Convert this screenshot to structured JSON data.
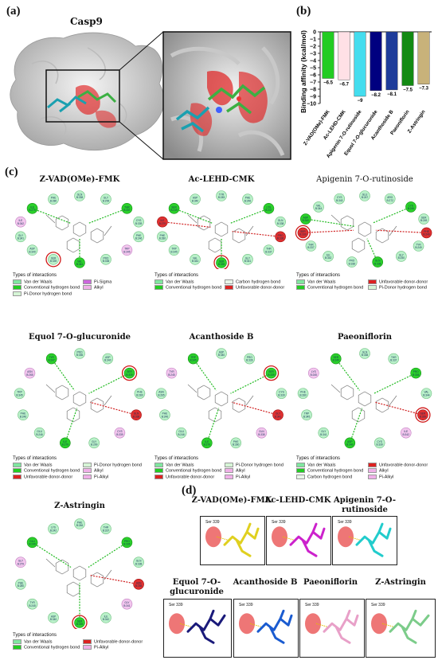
{
  "panels": {
    "a": "(a)",
    "b": "(b)",
    "c": "(c)",
    "d": "(d)"
  },
  "panel_a": {
    "protein_label": "Casp9"
  },
  "chart_data": {
    "type": "bar",
    "categories": [
      "Z-VAD(OMe)-FMK",
      "Ac-LEHD-CMK",
      "Apigenin 7-O-rutinoside",
      "Equol 7-O-glucuronide",
      "Acanthoside B",
      "Paeoniflorin",
      "Z-Astringin"
    ],
    "values": [
      -6.5,
      -6.7,
      -9,
      -8.2,
      -8.1,
      -7.5,
      -7.3
    ],
    "value_labels": [
      "−6.5",
      "−6.7",
      "−9",
      "−8.2",
      "−8.1",
      "−7.5",
      "−7.3"
    ],
    "colors": [
      "#22cc22",
      "#ffe0e6",
      "#44ddee",
      "#000080",
      "#1f3c9a",
      "#138a13",
      "#c8b27a"
    ],
    "ylabel": "Binding affinity (kcal/mol)",
    "ylim": [
      -10,
      0
    ],
    "yticks": [
      "0",
      "−1",
      "−2",
      "−3",
      "−4",
      "−5",
      "−6",
      "−7",
      "−8",
      "−9",
      "−10"
    ]
  },
  "interaction_diagrams": [
    {
      "title": "Z-VAD(OMe)-FMK",
      "residues": [
        "GLN B:338",
        "GLY B:299",
        "THR B:337",
        "CYS B:339",
        "PHE B:246",
        "TRP B:345",
        "PRO B:338",
        "VAL B:344",
        "SER B:339",
        "ASP B:340",
        "GLY B:341",
        "ILE B:342",
        "ILE B:279",
        "PHE B:280"
      ],
      "legend_title": "Types of interactions",
      "legend": [
        {
          "label": "Van der Waals",
          "color": "#80e6a0"
        },
        {
          "label": "Pi-Sigma",
          "color": "#cc66dd"
        },
        {
          "label": "Conventional hydrogen bond",
          "color": "#22cc22"
        },
        {
          "label": "Alkyl",
          "color": "#f0b0e8"
        },
        {
          "label": "Pi-Donor hydrogen bond",
          "color": "#d6f5d6"
        }
      ]
    },
    {
      "title": "Ac-LEHD-CMK",
      "residues": [
        "TYR B:245",
        "PHE B:246",
        "LYS B:247",
        "GLN B:338",
        "PRO B:336",
        "THR B:337",
        "GLY B:341",
        "SER B:339",
        "VAL B:344",
        "TRP B:345",
        "PHE B:280",
        "ILE B:279",
        "SER B:249",
        "ASP B:340"
      ],
      "legend_title": "Types of interactions",
      "legend": [
        {
          "label": "Van der Waals",
          "color": "#80e6a0"
        },
        {
          "label": "Carbon hydrogen bond",
          "color": "#e8f5e8"
        },
        {
          "label": "Conventional hydrogen bond",
          "color": "#22cc22"
        },
        {
          "label": "Unfavorable donor-donor",
          "color": "#dd2222"
        }
      ]
    },
    {
      "title": "Apigenin 7-O-rutinoside",
      "residues": [
        "GLU B:247",
        "ARG B:272",
        "LYS B:245",
        "SER B:249",
        "PHE B:246",
        "TYR B:249",
        "GLY B:250",
        "GLN B:338",
        "PRO B:338",
        "ILE B:342",
        "THR B:337",
        "SER B:339",
        "ASP B:340",
        "VAL B:344",
        "CYS B:343"
      ],
      "legend_title": "Types of interactions",
      "legend": [
        {
          "label": "Van der Waals",
          "color": "#80e6a0"
        },
        {
          "label": "Unfavorable donor-donor",
          "color": "#dd2222"
        },
        {
          "label": "Conventional hydrogen bond",
          "color": "#22cc22"
        },
        {
          "label": "Pi-Donor hydrogen bond",
          "color": "#d6f5d6"
        }
      ]
    },
    {
      "title": "Equol 7-O-glucuronide",
      "residues": [
        "PRO B:336",
        "ASP B:340",
        "SER B:339",
        "PHE B:280",
        "GLN B:338",
        "CYS B:339",
        "GLY B:299",
        "ILE B:279",
        "GLU B:246",
        "PHE B:246",
        "TRP B:345",
        "ASN B:265",
        "TYR B:247"
      ],
      "legend_title": "Types of interactions",
      "legend": [
        {
          "label": "Van der Waals",
          "color": "#80e6a0"
        },
        {
          "label": "Pi-Donor hydrogen bond",
          "color": "#d6f5d6"
        },
        {
          "label": "Conventional hydrogen bond",
          "color": "#22cc22"
        },
        {
          "label": "Alkyl",
          "color": "#f0b0e8"
        },
        {
          "label": "Unfavorable donor-donor",
          "color": "#dd2222"
        },
        {
          "label": "Pi-Alkyl",
          "color": "#f0b0e8"
        }
      ]
    },
    {
      "title": "Acanthoside B",
      "residues": [
        "ASP B:340",
        "PRO B:336",
        "SER B:339",
        "CYS B:339",
        "GLY B:341",
        "GLN B:338",
        "PHE B:280",
        "ILE B:279",
        "GLU B:246",
        "PHE B:246",
        "ASN B:265",
        "TYR B:245",
        "TRP B:345"
      ],
      "legend_title": "Types of interactions",
      "legend": [
        {
          "label": "Van der Waals",
          "color": "#80e6a0"
        },
        {
          "label": "Pi-Donor hydrogen bond",
          "color": "#d6f5d6"
        },
        {
          "label": "Conventional hydrogen bond",
          "color": "#22cc22"
        },
        {
          "label": "Alkyl",
          "color": "#f0b0e8"
        },
        {
          "label": "Unfavorable donor-donor",
          "color": "#dd2222"
        },
        {
          "label": "Pi-Alkyl",
          "color": "#f0b0e8"
        }
      ]
    },
    {
      "title": "Paeoniflorin",
      "residues": [
        "GLN B:338",
        "THR B:337",
        "PRO B:336",
        "VAL B:344",
        "SER B:339",
        "ILE B:342",
        "CYS B:339",
        "ASP B:340",
        "GLY B:341",
        "TRP B:345",
        "PHE B:280",
        "LYS B:245",
        "SER B:249"
      ],
      "legend_title": "Types of interactions",
      "legend": [
        {
          "label": "Van der Waals",
          "color": "#80e6a0"
        },
        {
          "label": "Unfavorable donor-donor",
          "color": "#dd2222"
        },
        {
          "label": "Conventional hydrogen bond",
          "color": "#22cc22"
        },
        {
          "label": "Alkyl",
          "color": "#f0b0e8"
        },
        {
          "label": "Carbon hydrogen bond",
          "color": "#e8f5e8"
        },
        {
          "label": "Pi-Alkyl",
          "color": "#f0b0e8"
        }
      ]
    },
    {
      "title": "Z-Astringin",
      "residues": [
        "PHE B:246",
        "THR B:337",
        "PRO B:336",
        "GLN B:338",
        "ASN B:265",
        "GLY B:341",
        "ILE B:342",
        "SER B:339",
        "ASP B:340",
        "TYR B:245",
        "PHE B:280",
        "GLY B:279",
        "GLU B:249",
        "LYS B:242"
      ],
      "legend_title": "Types of interactions",
      "legend": [
        {
          "label": "Van der Waals",
          "color": "#80e6a0"
        },
        {
          "label": "Unfavorable donor-donor",
          "color": "#dd2222"
        },
        {
          "label": "Conventional hydrogen bond",
          "color": "#22cc22"
        },
        {
          "label": "Pi-Alkyl",
          "color": "#f0b0e8"
        }
      ]
    }
  ],
  "panel_d": {
    "top": [
      {
        "title": "Z-VAD(OMe)-FMK",
        "residue": "Ser 339",
        "color": "#e0d020"
      },
      {
        "title": "Ac-LEHD-CMK",
        "residue": "Ser 339",
        "color": "#cc22cc"
      },
      {
        "title": "Apigenin 7-O-rutinoside",
        "residue": "Ser 339",
        "color": "#22cccc"
      }
    ],
    "bottom": [
      {
        "title": "Equol 7-O-glucuronide",
        "residue": "Ser 339",
        "color": "#1a1a7a"
      },
      {
        "title": "Acanthoside B",
        "residue": "Ser 339",
        "color": "#1a5bd0"
      },
      {
        "title": "Paeoniflorin",
        "residue": "Ser 339",
        "color": "#e8a0c8"
      },
      {
        "title": "Z-Astringin",
        "residue": "Ser 339",
        "color": "#7ccc8a"
      }
    ]
  }
}
